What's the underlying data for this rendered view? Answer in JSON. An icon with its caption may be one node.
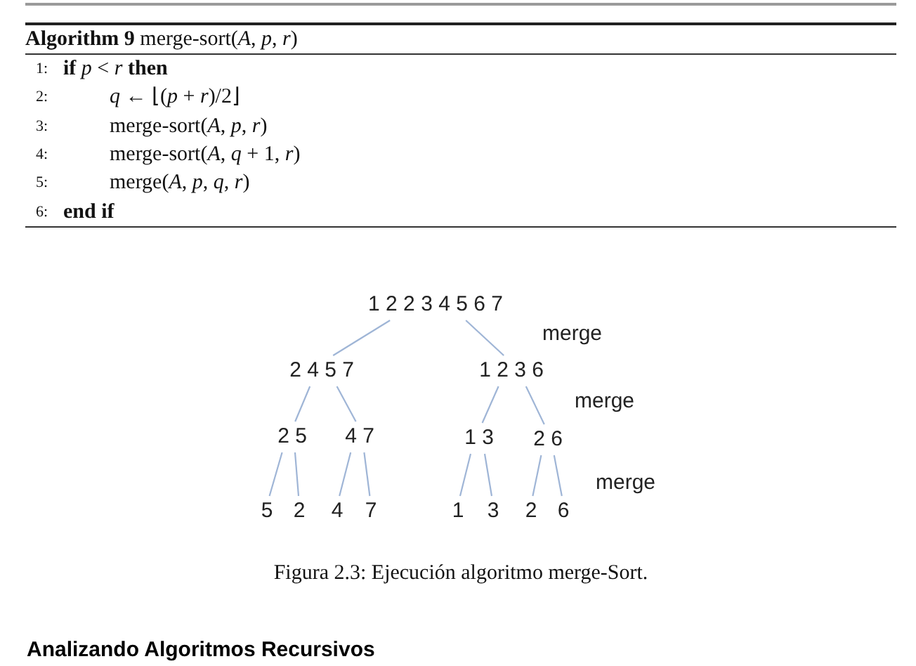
{
  "diagram": {
    "caption": "Figura 2.3: Ejecución algoritmo merge-Sort.",
    "nodes": [
      {
        "text": [
          "1 2 2 3 4 5 6 7"
        ]
      },
      {
        "text": [
          "2 4 5 7"
        ]
      },
      {
        "text": [
          "1 2 3 6"
        ]
      },
      {
        "text": [
          "2 5"
        ]
      },
      {
        "text": [
          "4 7"
        ]
      },
      {
        "text": [
          "1 3"
        ]
      },
      {
        "text": [
          "2 6"
        ]
      },
      {
        "text": [
          "5"
        ]
      },
      {
        "text": [
          "2"
        ]
      },
      {
        "text": [
          "4"
        ]
      },
      {
        "text": [
          "7"
        ]
      },
      {
        "text": [
          "1"
        ]
      },
      {
        "text": [
          "3"
        ]
      },
      {
        "text": [
          "2"
        ]
      },
      {
        "text": [
          "6"
        ]
      }
    ],
    "edges": [
      {
        "from": 0,
        "to": 1,
        "arrow": "none"
      },
      {
        "from": 0,
        "to": 2,
        "arrow": "none"
      },
      {
        "from": 1,
        "to": 3,
        "arrow": "none"
      },
      {
        "from": 1,
        "to": 4,
        "arrow": "none"
      },
      {
        "from": 2,
        "to": 5,
        "arrow": "none"
      },
      {
        "from": 2,
        "to": 6,
        "arrow": "none"
      },
      {
        "from": 3,
        "to": 7,
        "arrow": "none"
      },
      {
        "from": 3,
        "to": 8,
        "arrow": "none"
      },
      {
        "from": 4,
        "to": 9,
        "arrow": "none"
      },
      {
        "from": 4,
        "to": 10,
        "arrow": "none"
      },
      {
        "from": 5,
        "to": 11,
        "arrow": "none"
      },
      {
        "from": 5,
        "to": 12,
        "arrow": "none"
      },
      {
        "from": 6,
        "to": 13,
        "arrow": "none"
      },
      {
        "from": 6,
        "to": 14,
        "arrow": "none"
      }
    ],
    "labels": [
      "**Algorithm 9** merge-sort(*A*, *p*, *r*)",
      "1:",
      "**if** *p* < *r* **then**",
      "2:",
      "*q* ← ⌊(*p* + *r*)/2⌋",
      "3:",
      "merge-sort(*A*, *p*, *r*)",
      "4:",
      "merge-sort(*A*, *q* + 1, *r*)",
      "5:",
      "merge(*A*, *p*, *q*, *r*)",
      "6:",
      "end if",
      "merge",
      "merge",
      "merge",
      "Analizando Algoritmos Recursivos"
    ]
  }
}
